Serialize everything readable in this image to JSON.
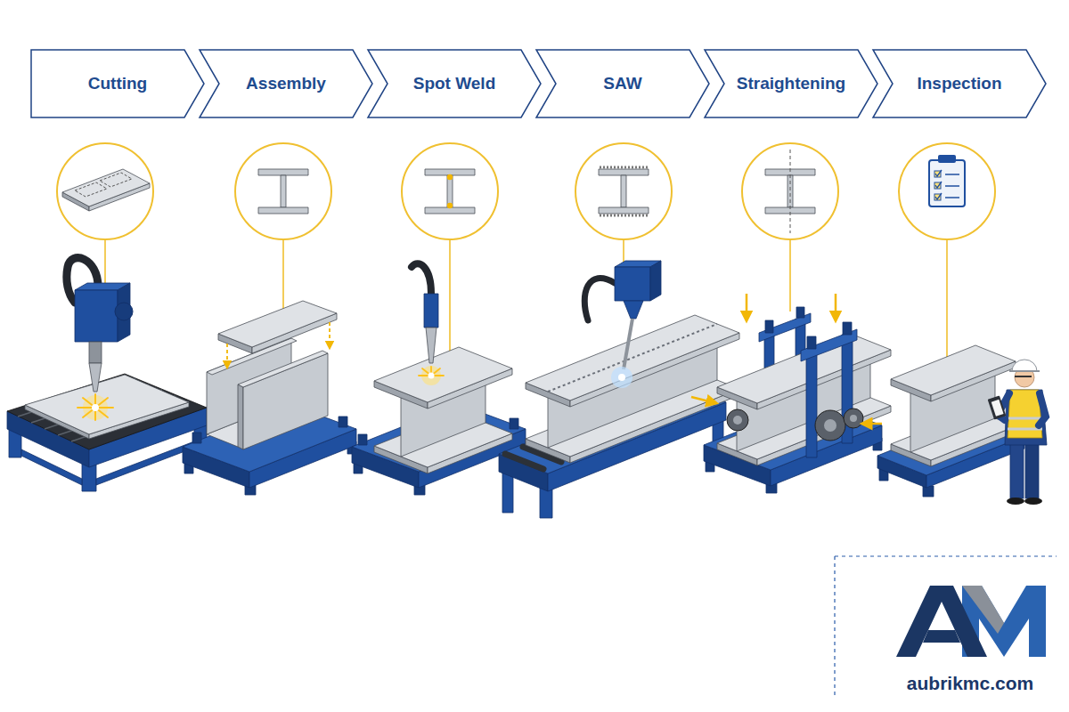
{
  "diagram": {
    "nodes": [
      {
        "text": [
          "Cutting"
        ]
      },
      {
        "text": [
          "Assembly"
        ]
      },
      {
        "text": [
          "Spot Weld"
        ]
      },
      {
        "text": [
          "SAW"
        ]
      },
      {
        "text": [
          "Straightening"
        ]
      },
      {
        "text": [
          "Inspection"
        ]
      }
    ],
    "labels": [
      "aubrikmc.com"
    ]
  }
}
